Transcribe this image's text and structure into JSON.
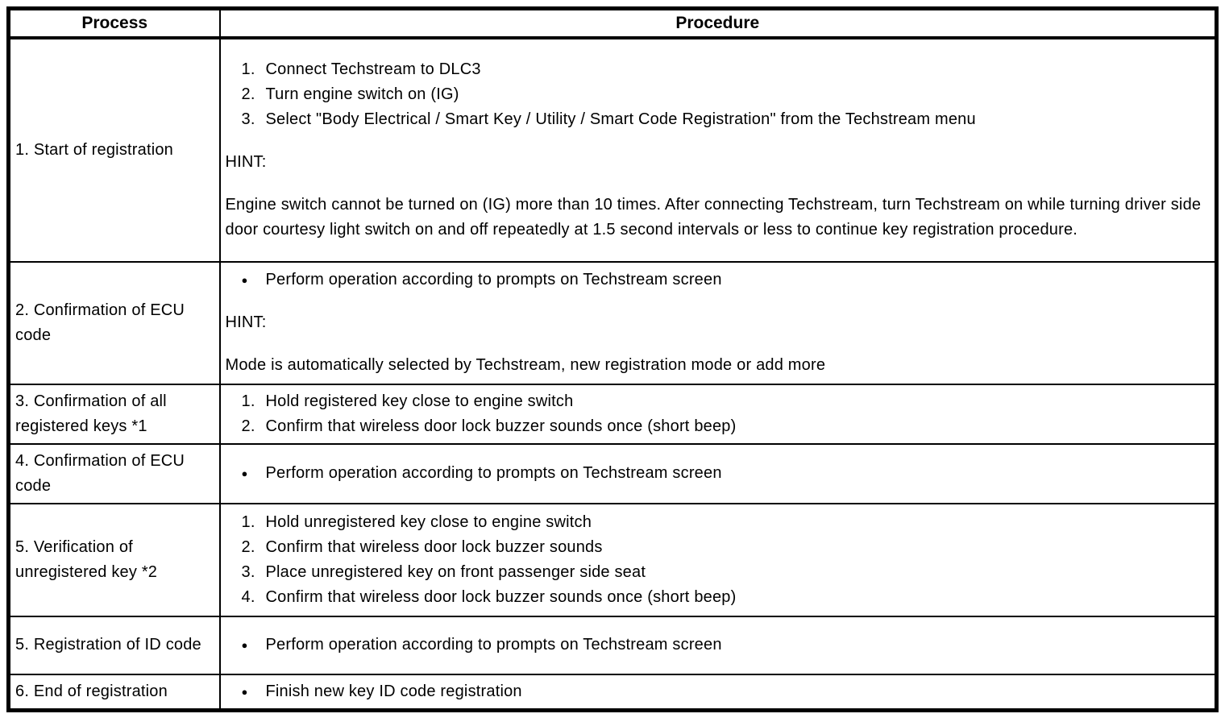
{
  "table": {
    "headers": [
      "Process",
      "Procedure"
    ],
    "rows": [
      {
        "process": "1. Start of registration",
        "blocks": [
          {
            "type": "numbered",
            "items": [
              "Connect Techstream to DLC3",
              "Turn engine switch on (IG)",
              "Select \"Body Electrical / Smart Key / Utility / Smart Code Registration\" from the Techstream menu"
            ]
          },
          {
            "type": "text",
            "text": "HINT:"
          },
          {
            "type": "text",
            "text": "Engine switch cannot be turned on (IG) more than 10 times. After connecting Techstream, turn Techstream on while turning driver side door courtesy light switch on and off repeatedly at 1.5 second intervals or less to continue key registration procedure."
          }
        ]
      },
      {
        "process": "2. Confirmation of ECU code",
        "blocks": [
          {
            "type": "bullet",
            "items": [
              "Perform operation according to prompts on Techstream screen"
            ]
          },
          {
            "type": "text",
            "text": "HINT:"
          },
          {
            "type": "text",
            "text": "Mode is automatically selected by Techstream, new registration mode or add more"
          }
        ]
      },
      {
        "process": "3. Confirmation of all registered keys *1",
        "blocks": [
          {
            "type": "numbered",
            "items": [
              "Hold registered key close to engine switch",
              "Confirm that wireless door lock buzzer sounds once (short beep)"
            ]
          }
        ]
      },
      {
        "process": "4. Confirmation of ECU code",
        "blocks": [
          {
            "type": "bullet",
            "items": [
              "Perform operation according to prompts on Techstream screen"
            ]
          }
        ]
      },
      {
        "process": "5. Verification of unregistered key *2",
        "blocks": [
          {
            "type": "numbered",
            "items": [
              "Hold unregistered key close to engine switch",
              "Confirm that wireless door lock buzzer sounds",
              "Place unregistered key on front passenger side seat",
              "Confirm that wireless door lock buzzer sounds once (short beep)"
            ]
          }
        ]
      },
      {
        "process": "5. Registration of ID code",
        "blocks": [
          {
            "type": "bullet",
            "items": [
              "Perform operation according to prompts on Techstream screen"
            ]
          }
        ]
      },
      {
        "process": "6. End of registration",
        "blocks": [
          {
            "type": "bullet",
            "items": [
              "Finish new key ID code registration"
            ]
          }
        ]
      }
    ],
    "bullet_glyph": "●"
  }
}
